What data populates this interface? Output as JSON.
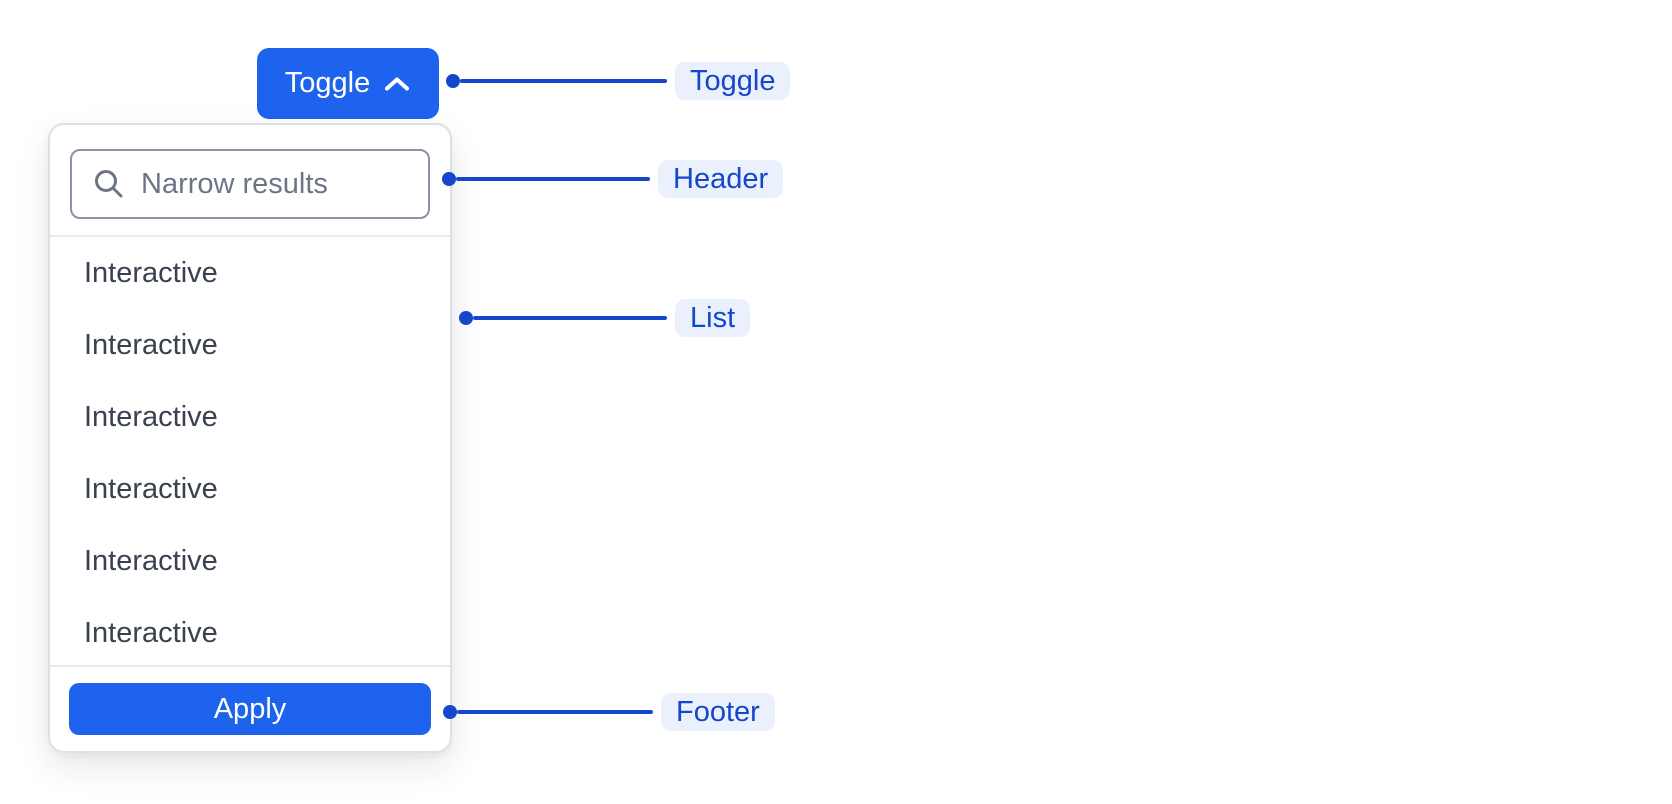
{
  "toggle_button": {
    "label": "Toggle",
    "icon": "chevron-up-icon"
  },
  "dropdown": {
    "search": {
      "placeholder": "Narrow results",
      "value": "",
      "icon": "search-icon"
    },
    "items": [
      "Interactive",
      "Interactive",
      "Interactive",
      "Interactive",
      "Interactive",
      "Interactive"
    ],
    "apply_label": "Apply"
  },
  "annotations": [
    {
      "label": "Toggle"
    },
    {
      "label": "Header"
    },
    {
      "label": "List"
    },
    {
      "label": "Footer"
    }
  ],
  "colors": {
    "accent_blue": "#1d63ed",
    "annotation_blue": "#1546cc",
    "annotation_badge_bg": "#eaf1fd",
    "panel_border": "#dde0e6",
    "input_border": "#8a93a4",
    "placeholder_gray": "#6d7585",
    "item_text": "#3a414f",
    "background": "#ffffff"
  }
}
